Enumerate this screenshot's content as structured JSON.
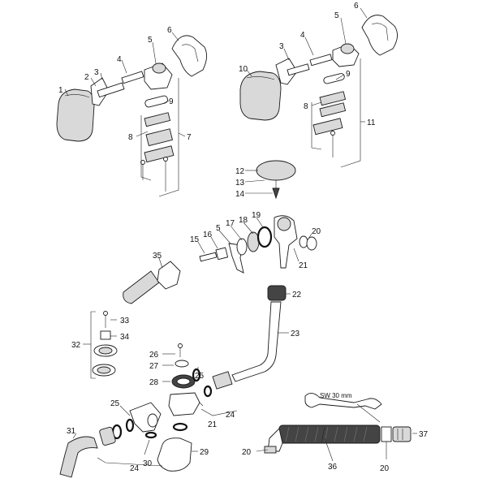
{
  "diagram": {
    "labels": {
      "l1": "1",
      "l2": "2",
      "l3": "3",
      "l4": "4",
      "l5": "5",
      "l6": "6",
      "l7": "7",
      "l8": "8",
      "l9": "9",
      "r3": "3",
      "r4": "4",
      "r5": "5",
      "r6": "6",
      "r8": "8",
      "r9": "9",
      "r10": "10",
      "r11": "11",
      "r12": "12",
      "r13": "13",
      "r14": "14",
      "m15": "15",
      "m16": "16",
      "m5": "5",
      "m17": "17",
      "m18": "18",
      "m19": "19",
      "m20": "20",
      "m21": "21",
      "m22": "22",
      "m23": "23",
      "m35": "35",
      "m33": "33",
      "m34": "34",
      "m32": "32",
      "m26": "26",
      "m27": "27",
      "m28": "28",
      "m25a": "25",
      "m25b": "25",
      "m21b": "21",
      "m24a": "24",
      "m24b": "24",
      "m29": "29",
      "m30": "30",
      "m31": "31",
      "b20a": "20",
      "b20b": "20",
      "b36": "36",
      "b37": "37"
    },
    "wrench_label": "SW 30 mm"
  }
}
